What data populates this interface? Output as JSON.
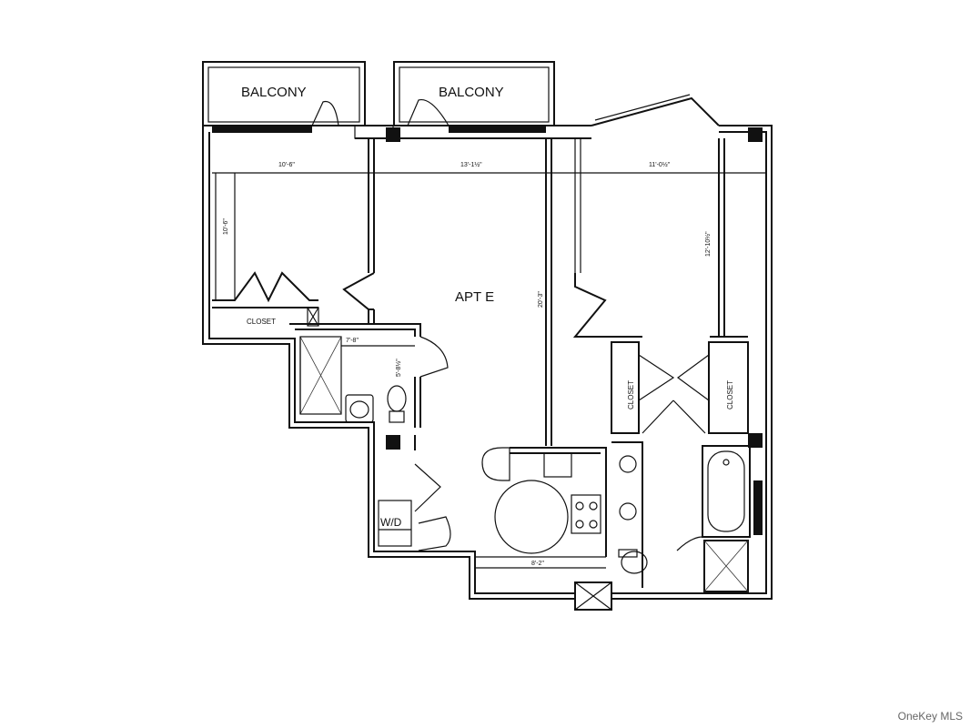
{
  "labels": {
    "balcony_left": "BALCONY",
    "balcony_right": "BALCONY",
    "apartment": "APT E",
    "closet_left": "CLOSET",
    "closet_mid": "CLOSET",
    "closet_right": "CLOSET",
    "washer_dryer": "W/D"
  },
  "dimensions": {
    "living_width": "13'-1½\"",
    "left_room_width": "10'-6\"",
    "right_room_width": "11'-0½\"",
    "left_room_depth": "10'-6\"",
    "right_room_depth": "12'-10½\"",
    "living_depth": "20'-3\"",
    "bath_width": "7'-8\"",
    "bath_depth": "5'-8½\"",
    "kitchen_width": "8'-2\""
  },
  "watermark": "OneKey MLS",
  "colors": {
    "line": "#111111",
    "background": "#ffffff"
  }
}
